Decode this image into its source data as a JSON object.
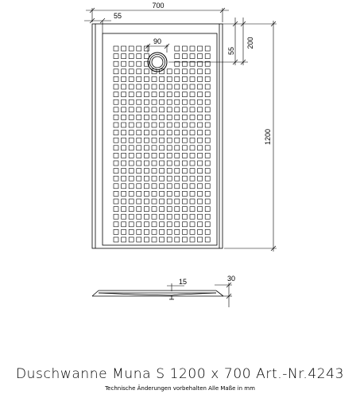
{
  "dimensions": {
    "width_top": "700",
    "offset_left": "55",
    "drain_diameter": "90",
    "drain_offset_side": "55",
    "drain_offset_top": "200",
    "length": "1200",
    "section_thickness": "15",
    "section_height": "30"
  },
  "grid": {
    "rows": 26,
    "cols": 13,
    "drain_row_start": 0,
    "drain_rows": 3,
    "drain_col_start": 5,
    "drain_cols": 3
  },
  "title": "Duschwanne Muna S 1200 x 700 Art.-Nr.4243",
  "subtitle": "Technische Änderungen vorbehalten  Alle Maße in mm",
  "colors": {
    "line": "#000000",
    "background": "#ffffff"
  }
}
